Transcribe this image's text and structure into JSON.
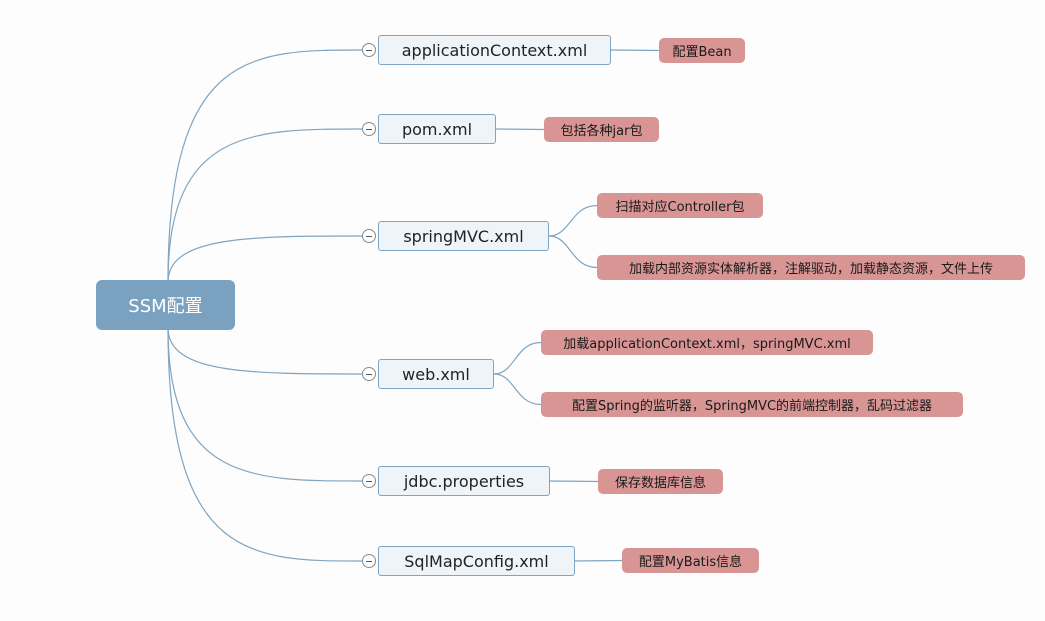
{
  "colors": {
    "central_fill": "#7aa2c0",
    "topic_fill": "#eef4f8",
    "topic_border": "#7fa5c2",
    "sub_fill": "#d99494",
    "connector": "#7fa5c2"
  },
  "central": {
    "label": "SSM配置"
  },
  "topics": [
    {
      "label": "applicationContext.xml",
      "notes": [
        "配置Bean"
      ]
    },
    {
      "label": "pom.xml",
      "notes": [
        "包括各种jar包"
      ]
    },
    {
      "label": "springMVC.xml",
      "notes": [
        "扫描对应Controller包",
        "加载内部资源实体解析器，注解驱动，加载静态资源，文件上传"
      ]
    },
    {
      "label": "web.xml",
      "notes": [
        "加载applicationContext.xml，springMVC.xml",
        "配置Spring的监听器，SpringMVC的前端控制器，乱码过滤器"
      ]
    },
    {
      "label": "jdbc.properties",
      "notes": [
        "保存数据库信息"
      ]
    },
    {
      "label": "SqlMapConfig.xml",
      "notes": [
        "配置MyBatis信息"
      ]
    }
  ]
}
